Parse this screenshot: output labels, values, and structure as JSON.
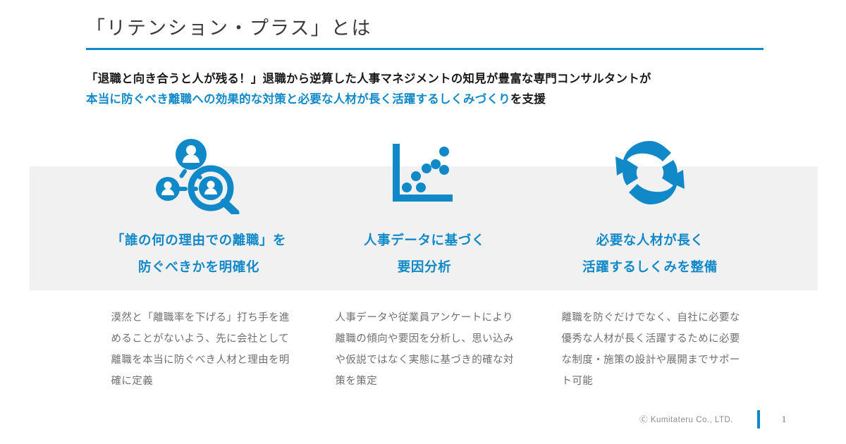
{
  "slide": {
    "title": "「リテンション・プラス」とは",
    "accent_color": "#1189c9",
    "band_color": "#f1f1f1"
  },
  "lead": {
    "line1": "「退職と向き合うと人が残る！」退職から逆算した人事マネジメントの知見が豊富な専門コンサルタントが",
    "line2_highlight": "本当に防ぐべき離職への効果的な対策と必要な人材が長く活躍するしくみづくり",
    "line2_tail": "を支援"
  },
  "columns": [
    {
      "icon": "people-search-icon",
      "heading_line1": "「誰の何の理由での離職」を",
      "heading_line2": "防ぐべきかを明確化",
      "body": "漠然と「離職率を下げる」打ち手を進めることがないよう、先に会社として離職を本当に防ぐべき人材と理由を明確に定義"
    },
    {
      "icon": "scatter-chart-icon",
      "heading_line1": "人事データに基づく",
      "heading_line2": "要因分析",
      "body": "人事データや従業員アンケートにより離職の傾向や要因を分析し、思い込みや仮説ではなく実態に基づき的確な対策を策定"
    },
    {
      "icon": "refresh-cycle-icon",
      "heading_line1": "必要な人材が長く",
      "heading_line2": "活躍するしくみを整備",
      "body": "離職を防ぐだけでなく、自社に必要な優秀な人材が長く活躍するために必要な制度・施策の設計や展開までサポート可能"
    }
  ],
  "footer": {
    "copyright": "Ⓒ Kumitateru  Co., LTD.",
    "page_number": "1"
  }
}
